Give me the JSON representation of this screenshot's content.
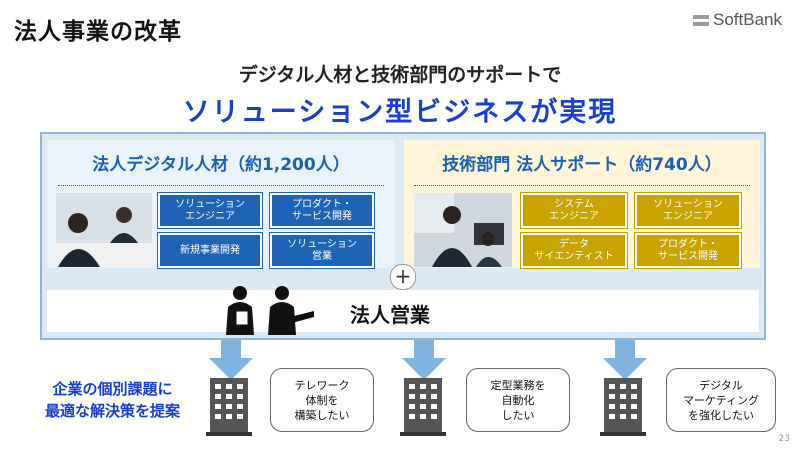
{
  "slide": {
    "title": "法人事業の改革",
    "logo": "SoftBank",
    "headline_1": "デジタル人材と技術部門のサポートで",
    "headline_2": "ソリューション型ビジネスが実現",
    "page_number": "23"
  },
  "left_panel": {
    "title": "法人デジタル人材（約1,200人）",
    "roles": [
      "ソリューション\nエンジニア",
      "プロダクト・\nサービス開発",
      "新規事業開発",
      "ソリューション\n営業"
    ]
  },
  "right_panel": {
    "title": "技術部門 法人サポート（約740人）",
    "roles": [
      "システム\nエンジニア",
      "ソリューション\nエンジニア",
      "データ\nサイエンティスト",
      "プロダクト・\nサービス開発"
    ]
  },
  "sales": {
    "label": "法人営業",
    "plus": "+"
  },
  "caption": "企業の個別課題に\n最適な解決策を提案",
  "bubbles": [
    "テレワーク\n体制を\n構築したい",
    "定型業務を\n自動化\nしたい",
    "デジタル\nマーケティング\nを強化したい"
  ],
  "colors": {
    "accent_blue": "#1a3fcf",
    "cell_blue": "#1f63b5",
    "cell_gold": "#c9a300",
    "panel_blue": "#dbe9f5",
    "panel_yellow": "#fff6d9"
  }
}
